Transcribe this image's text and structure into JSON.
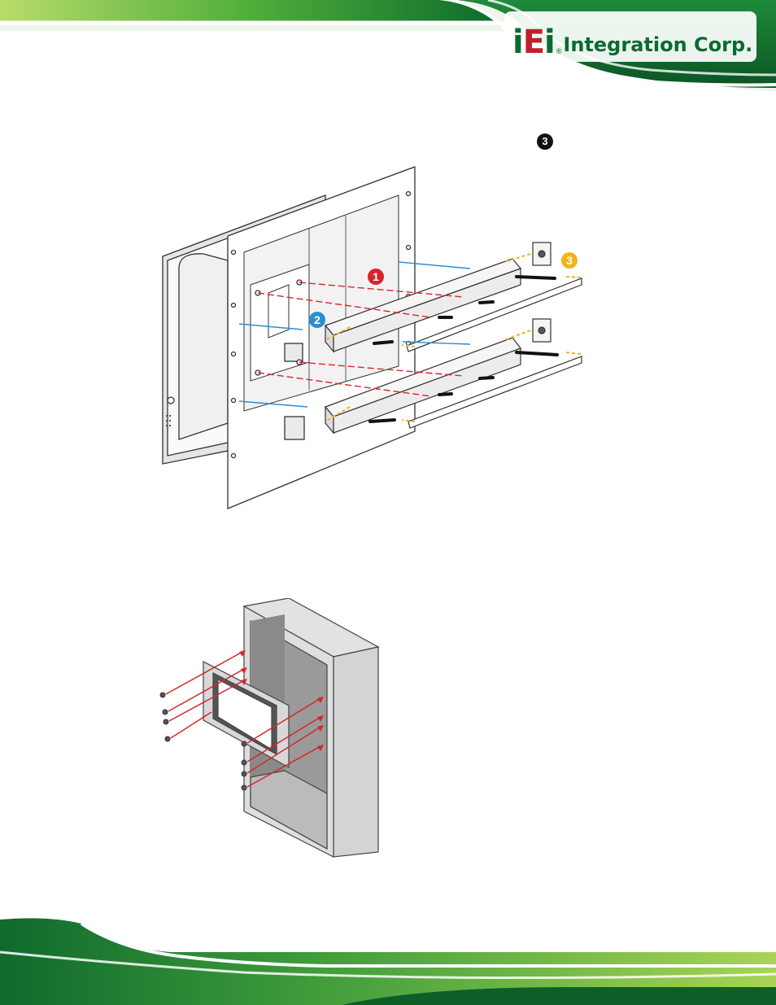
{
  "header": {
    "logo": {
      "brand_i": "i",
      "brand_e": "E",
      "brand_i2": "i",
      "registered": "®",
      "company": "Integration Corp."
    }
  },
  "inline_marker": "3",
  "figure_rack": {
    "callouts": [
      "1",
      "2",
      "3"
    ],
    "colors": {
      "step1": "#d6262b",
      "step2": "#2a8fd0",
      "step3": "#f0b41e"
    }
  },
  "figure_cabinet": {
    "arrow_color": "#d6262b"
  },
  "colors": {
    "brand_green": "#0a6b2e",
    "brand_red": "#c0202a"
  }
}
